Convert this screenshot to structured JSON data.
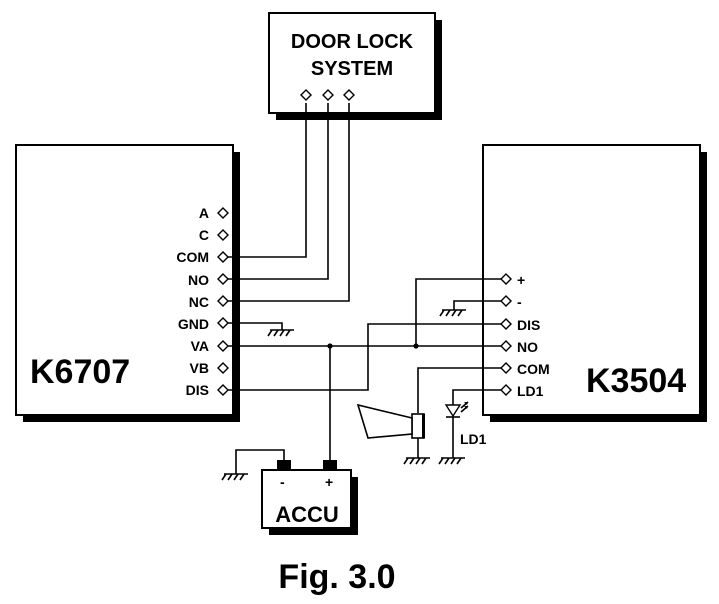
{
  "modules": {
    "door_lock": {
      "line1": "DOOR LOCK",
      "line2": "SYSTEM"
    },
    "k6707": {
      "name": "K6707",
      "pins": [
        "A",
        "C",
        "COM",
        "NO",
        "NC",
        "GND",
        "VA",
        "VB",
        "DIS"
      ]
    },
    "k3504": {
      "name": "K3504",
      "pins": [
        "+",
        "-",
        "DIS",
        "NO",
        "COM",
        "LD1"
      ]
    }
  },
  "battery": {
    "name": "ACCU",
    "neg": "-",
    "pos": "+"
  },
  "led_label": "LD1",
  "figure_caption": "Fig. 3.0"
}
